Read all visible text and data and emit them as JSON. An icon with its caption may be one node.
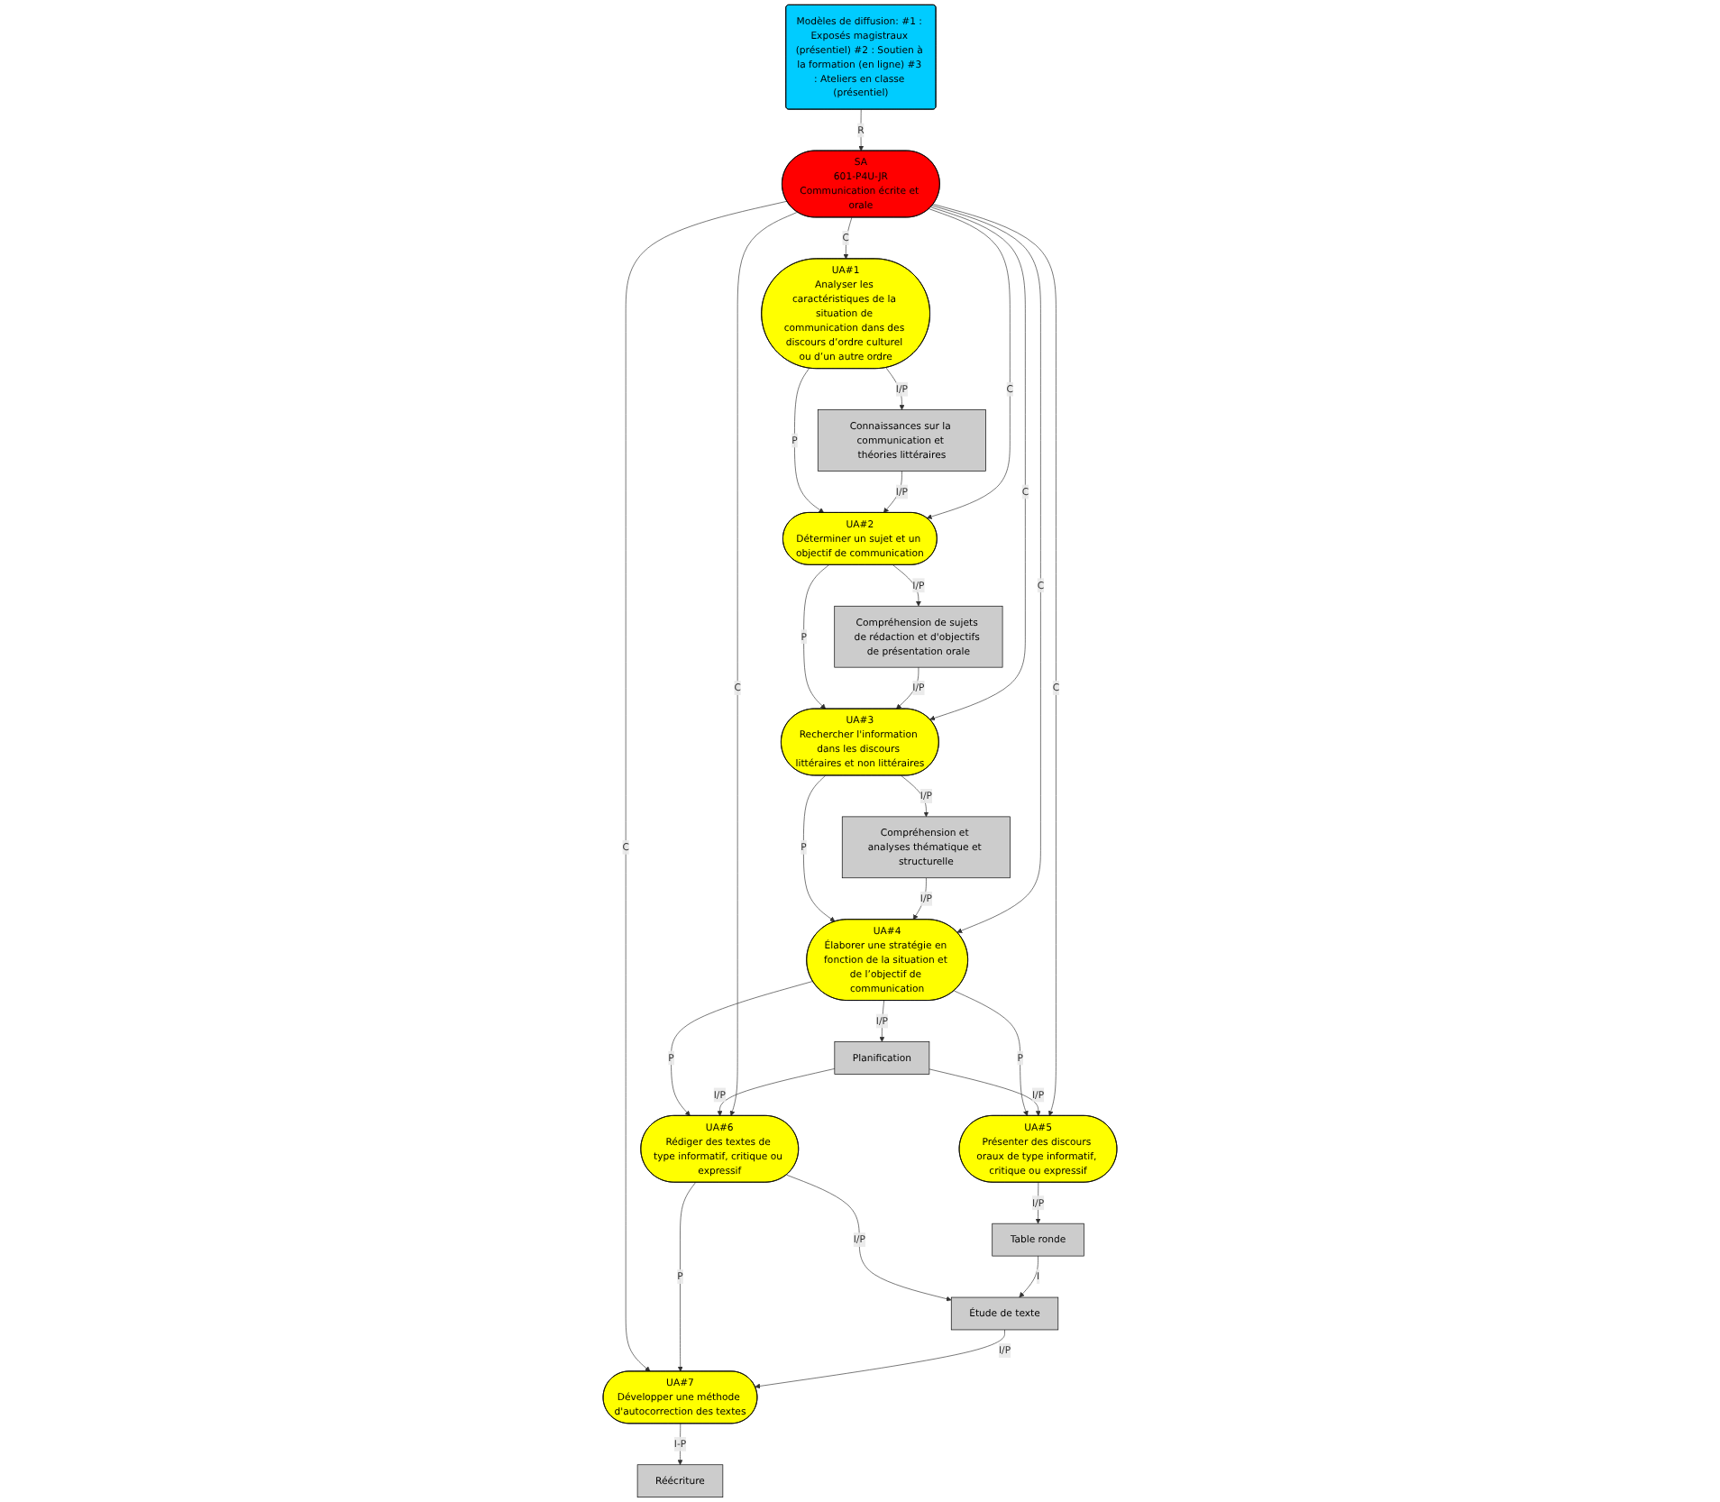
{
  "diagram": {
    "nodes": [
      {
        "text": [
          "Modèles de diffusion: #1 : Exposés magistraux (présentiel) #2 : Soutien à la formation (en ligne) #3 : Ateliers en classe (présentiel)"
        ]
      },
      {
        "text": [
          "UA#1",
          "Analyser les caractéristiques de la situation de communication dans des discours d’ordre culturel ou d’un autre ordre"
        ]
      },
      {
        "text": [
          "Connaissances sur la communication et théories littéraires"
        ]
      },
      {
        "text": [
          "UA#2",
          "Déterminer un sujet et un objectif de communication"
        ]
      },
      {
        "text": [
          "Compréhension de sujets de rédaction et d'objectifs de présentation orale"
        ]
      },
      {
        "text": [
          "SA",
          "601-P4U-JR",
          "Communication écrite et orale"
        ]
      },
      {
        "text": [
          "UA#3",
          "Rechercher l'information dans les discours littéraires et non littéraires"
        ]
      },
      {
        "text": [
          "Compréhension et analyses thématique et structurelle"
        ]
      },
      {
        "text": [
          "UA#4",
          "Élaborer une stratégie en fonction de la situation et de l’objectif de communication"
        ]
      },
      {
        "text": [
          "Planification"
        ]
      },
      {
        "text": [
          "UA#5",
          "Présenter des discours oraux de type informatif, critique ou expressif"
        ]
      },
      {
        "text": [
          "UA#6",
          "Rédiger des textes de type informatif, critique ou expressif"
        ]
      },
      {
        "text": [
          "UA#7",
          "Développer une méthode d'autocorrection des textes"
        ]
      },
      {
        "text": [
          "Table ronde"
        ]
      },
      {
        "text": [
          "Réécriture"
        ]
      },
      {
        "text": [
          "Étude de texte"
        ]
      }
    ],
    "edges": [
      {
        "from": 0,
        "to": 5,
        "label": "R",
        "arrow": "to"
      },
      {
        "from": 1,
        "to": 2,
        "label": "I/P",
        "arrow": "to"
      },
      {
        "from": 1,
        "to": 3,
        "label": "P",
        "arrow": "to"
      },
      {
        "from": 2,
        "to": 3,
        "label": "I/P",
        "arrow": "to"
      },
      {
        "from": 3,
        "to": 4,
        "label": "I/P",
        "arrow": "to"
      },
      {
        "from": 5,
        "to": 1,
        "label": "C",
        "arrow": "to"
      },
      {
        "from": 5,
        "to": 3,
        "label": "C",
        "arrow": "to"
      },
      {
        "from": 3,
        "to": 6,
        "label": "P",
        "arrow": "to"
      },
      {
        "from": 4,
        "to": 6,
        "label": "I/P",
        "arrow": "to"
      },
      {
        "from": 5,
        "to": 6,
        "label": "C",
        "arrow": "to"
      },
      {
        "from": 6,
        "to": 7,
        "label": "I/P",
        "arrow": "to"
      },
      {
        "from": 6,
        "to": 8,
        "label": "P",
        "arrow": "to"
      },
      {
        "from": 7,
        "to": 8,
        "label": "I/P",
        "arrow": "to"
      },
      {
        "from": 5,
        "to": 8,
        "label": "C",
        "arrow": "to"
      },
      {
        "from": 8,
        "to": 9,
        "label": "I/P",
        "arrow": "to"
      },
      {
        "from": 8,
        "to": 10,
        "label": "P",
        "arrow": "to"
      },
      {
        "from": 8,
        "to": 11,
        "label": "P",
        "arrow": "to"
      },
      {
        "from": 9,
        "to": 10,
        "label": "I/P",
        "arrow": "to"
      },
      {
        "from": 9,
        "to": 11,
        "label": "I/P",
        "arrow": "to"
      },
      {
        "from": 5,
        "to": 10,
        "label": "C",
        "arrow": "to"
      },
      {
        "from": 5,
        "to": 11,
        "label": "C",
        "arrow": "to"
      },
      {
        "from": 5,
        "to": 12,
        "label": "C",
        "arrow": "to"
      },
      {
        "from": 11,
        "to": 12,
        "label": "P",
        "arrow": "to"
      },
      {
        "from": 10,
        "to": 13,
        "label": "I/P",
        "arrow": "to"
      },
      {
        "from": 11,
        "to": 15,
        "label": "I/P",
        "arrow": "to"
      },
      {
        "from": 15,
        "to": 12,
        "label": "I/P",
        "arrow": "to"
      },
      {
        "from": 13,
        "to": 15,
        "label": "I",
        "arrow": "to"
      },
      {
        "from": 12,
        "to": 14,
        "label": "I-P",
        "arrow": "to"
      }
    ]
  }
}
